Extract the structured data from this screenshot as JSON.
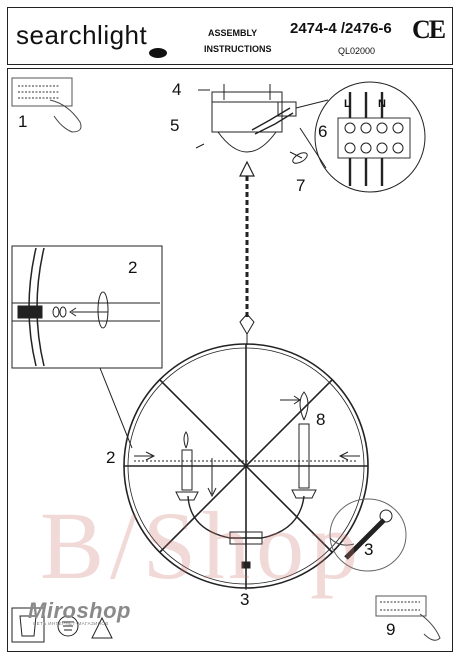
{
  "header": {
    "brand": "searchlight",
    "line1": "ASSEMBLY",
    "line2": "INSTRUCTIONS",
    "model": "2474-4 /2476-6",
    "code": "QL02000",
    "mark": "CE"
  },
  "steps": {
    "s1": "1",
    "s2_detail": "2",
    "s2_main": "2",
    "s3_lower": "3",
    "s3_tool": "3",
    "s4": "4",
    "s5": "5",
    "s6": "6",
    "s7": "7",
    "s8": "8",
    "s9": "9"
  },
  "terminal": {
    "l": "L",
    "n": "N"
  },
  "watermark": {
    "text": "B/Shop",
    "logo": "Miroshop",
    "logo_sub": "СЕТЬ ИНТЕРНЕТ-МАГАЗИНОВ"
  },
  "colors": {
    "line": "#222222",
    "watermark": "#c8786e",
    "logo": "#8a8a8a"
  },
  "icons": [
    "hand-pliers-icon",
    "hand-connector-icon",
    "wrench-icon",
    "bulb-icon",
    "recycle-bin-icon",
    "earth-icon"
  ]
}
